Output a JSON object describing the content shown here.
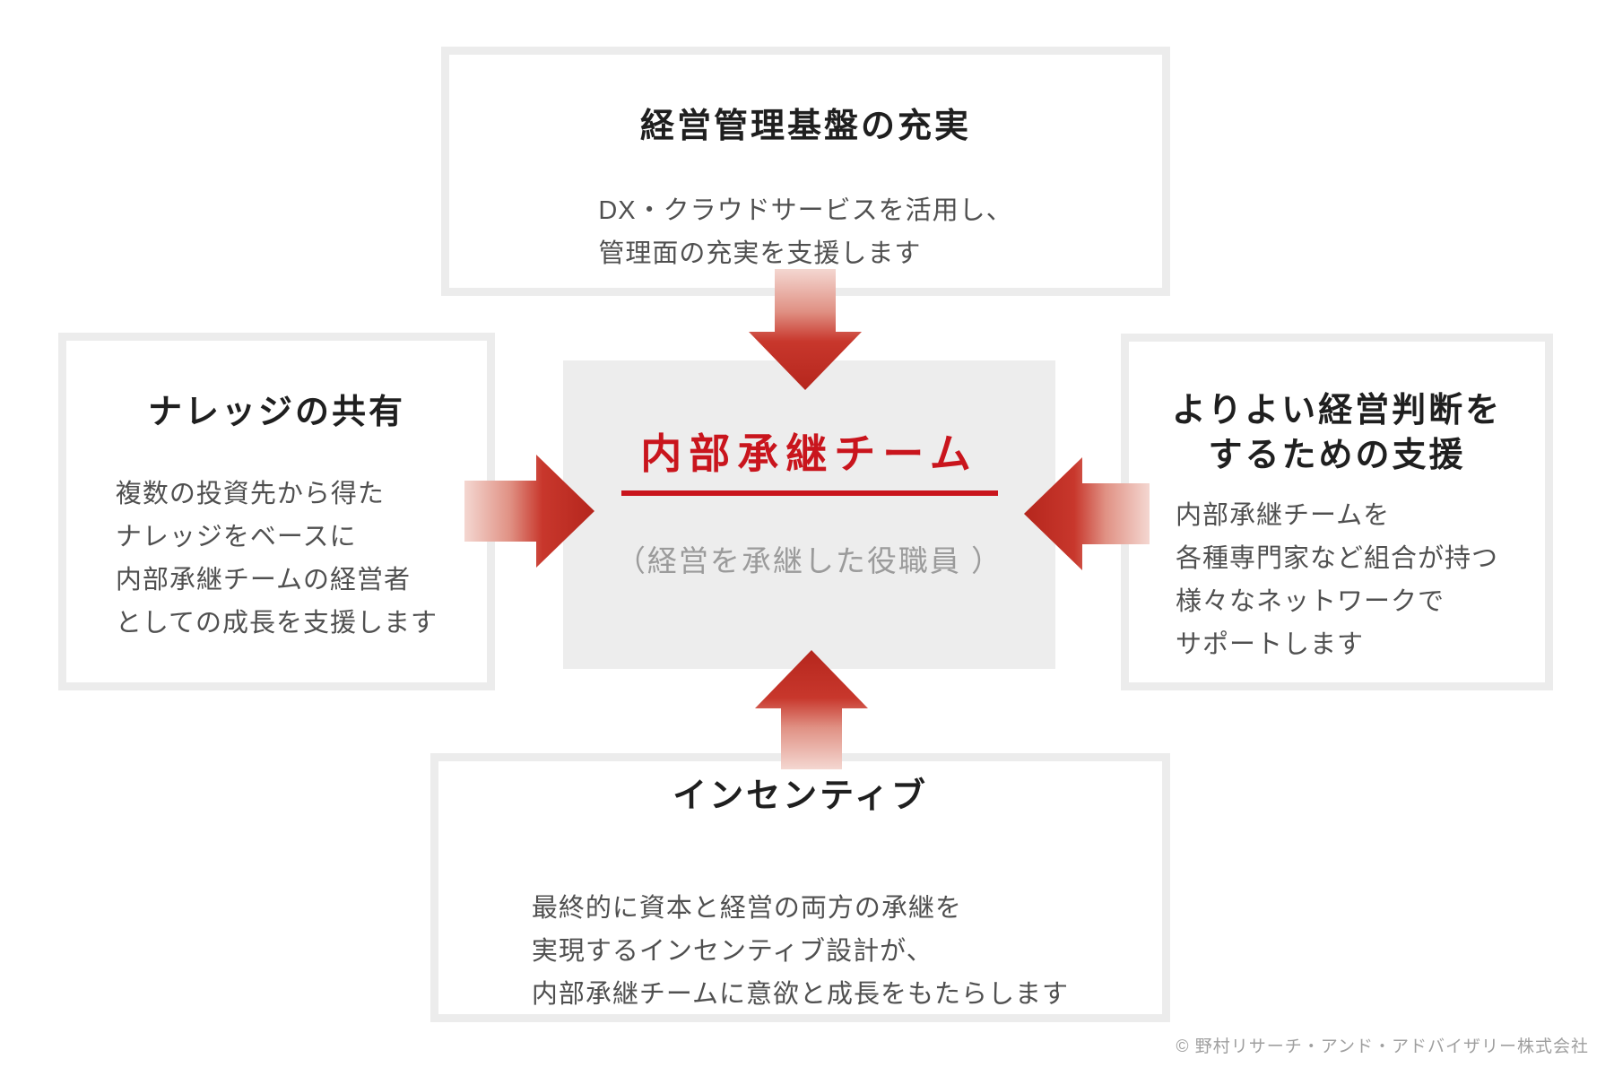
{
  "diagram": {
    "center": {
      "title": "内部承継チーム",
      "subtitle": "（経営を承継した役職員 ）"
    },
    "top_box": {
      "title": "経営管理基盤の充実",
      "body": [
        "DX・クラウドサービスを活用し、",
        "管理面の充実を支援します"
      ]
    },
    "left_box": {
      "title": "ナレッジの共有",
      "body": [
        "複数の投資先から得た",
        "ナレッジをベースに",
        "内部承継チームの経営者",
        "としての成長を支援します"
      ]
    },
    "right_box": {
      "title_lines": [
        "よりよい経営判断を",
        "するための支援"
      ],
      "body": [
        "内部承継チームを",
        "各種専門家など組合が持つ",
        "様々なネットワークで",
        "サポートします"
      ]
    },
    "bottom_box": {
      "title": "インセンティブ",
      "body": [
        "最終的に資本と経営の両方の承継を",
        "実現するインセンティブ設計が、",
        "内部承継チームに意欲と成長をもたらします"
      ]
    },
    "colors": {
      "accent_red": "#c9151d",
      "arrow_dark": "#b5261d",
      "arrow_mid": "#c8372c",
      "arrow_light": "#f4d7d1",
      "box_border": "#ececec",
      "center_box_bg": "#ededed",
      "title_text": "#1f1f1f",
      "body_text": "#505050",
      "muted_gray": "#9b9b9b"
    },
    "footer": {
      "copyright": "© 野村リサーチ・アンド・アドバイザリー株式会社"
    }
  }
}
